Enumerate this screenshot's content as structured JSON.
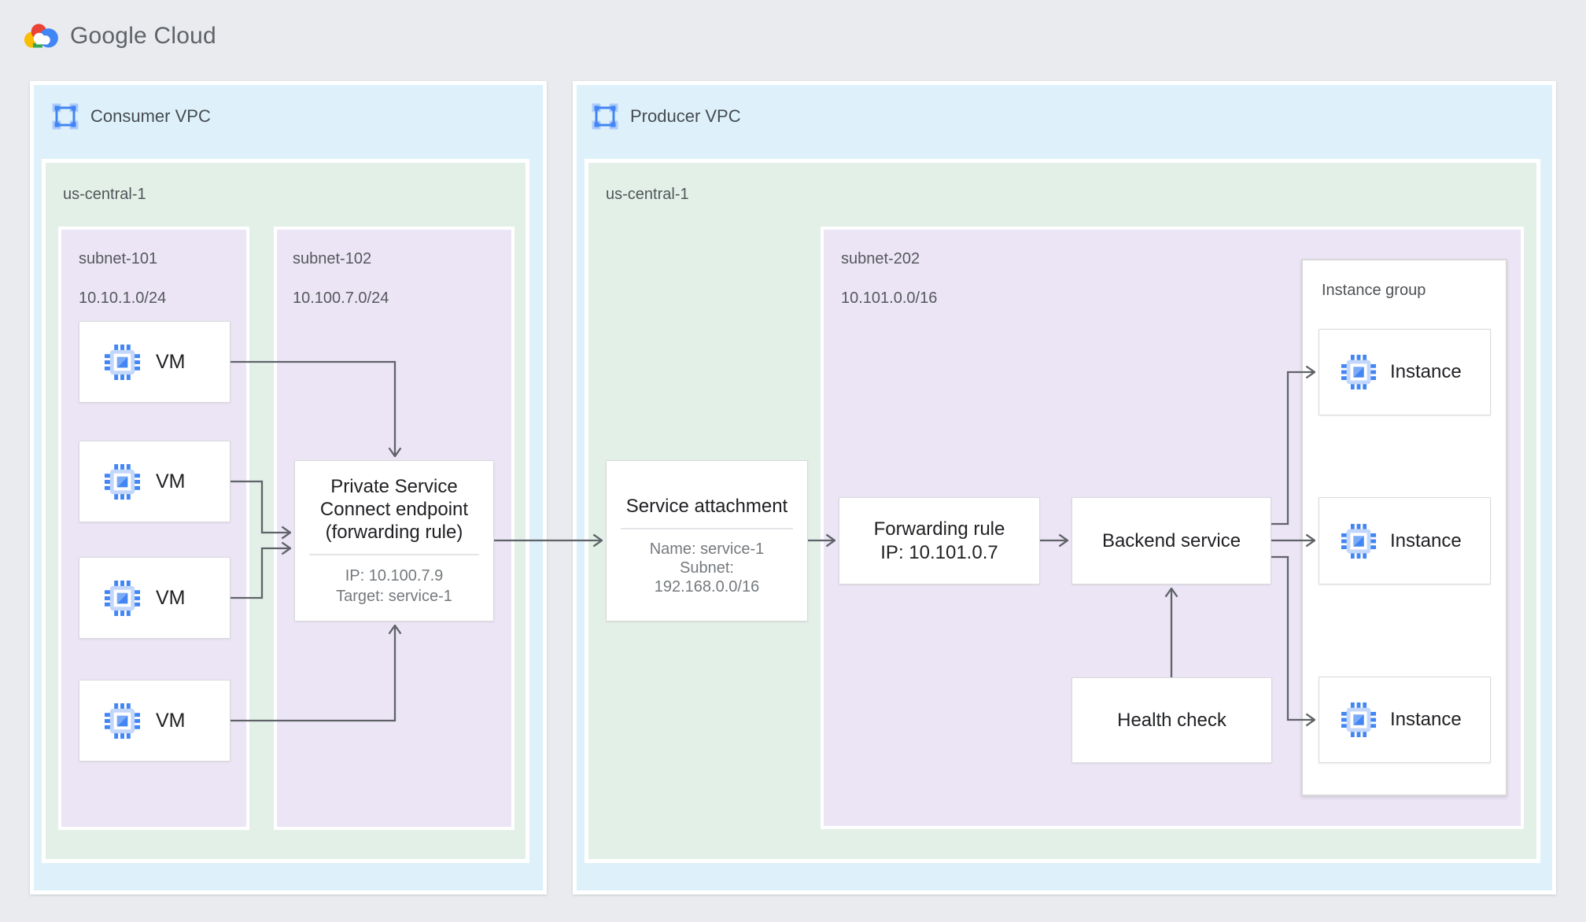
{
  "brand": {
    "name": "Google Cloud"
  },
  "consumer_vpc": {
    "title": "Consumer VPC",
    "region": "us-central-1",
    "subnet_101": {
      "name": "subnet-101",
      "cidr": "10.10.1.0/24"
    },
    "subnet_102": {
      "name": "subnet-102",
      "cidr": "10.100.7.0/24"
    },
    "vms": [
      "VM",
      "VM",
      "VM",
      "VM"
    ],
    "psc_endpoint": {
      "title_lines": [
        "Private Service",
        "Connect endpoint",
        "(forwarding rule)"
      ],
      "details": [
        "IP: 10.100.7.9",
        "Target: service-1"
      ]
    }
  },
  "producer_vpc": {
    "title": "Producer VPC",
    "region": "us-central-1",
    "subnet_202": {
      "name": "subnet-202",
      "cidr": "10.101.0.0/16"
    },
    "service_attachment": {
      "title": "Service attachment",
      "details": [
        "Name: service-1",
        "Subnet:",
        "192.168.0.0/16"
      ]
    },
    "forwarding_rule": {
      "lines": [
        "Forwarding rule",
        "IP: 10.101.0.7"
      ]
    },
    "backend_service": {
      "title": "Backend service"
    },
    "health_check": {
      "title": "Health check"
    },
    "instance_group": {
      "title": "Instance group",
      "instances": [
        "Instance",
        "Instance",
        "Instance"
      ]
    }
  },
  "colors": {
    "vpc_fill": "#def1fb",
    "region_fill": "#e3f0e8",
    "subnet_fill": "#ece5f6",
    "arrow": "#5f6368",
    "accent_blue": "#4285f4",
    "accent_blue_light": "#aecbfa"
  }
}
